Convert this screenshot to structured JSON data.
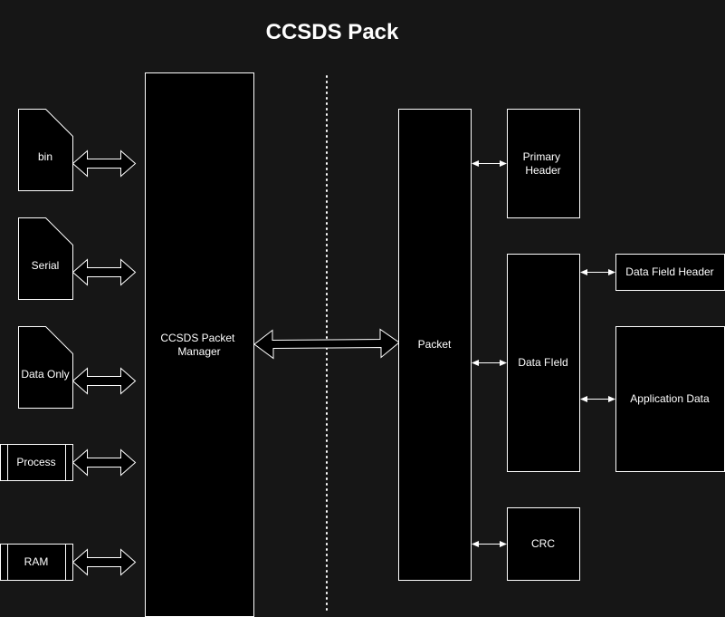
{
  "title": "CCSDS Pack",
  "colors": {
    "background": "#161616",
    "box_fill": "#000000",
    "stroke": "#ffffff",
    "text": "#ffffff"
  },
  "sources": {
    "bin": "bin",
    "serial": "Serial",
    "data_only": "Data Only",
    "process": "Process",
    "ram": "RAM"
  },
  "manager": {
    "line1": "CCSDS Packet",
    "line2": "Manager"
  },
  "packet": {
    "label": "Packet"
  },
  "fields": {
    "primary_header_line1": "Primary",
    "primary_header_line2": "Header",
    "data_field": "Data FIeld",
    "crc": "CRC"
  },
  "subfields": {
    "data_field_header": "Data Field Header",
    "application_data": "Application Data"
  }
}
